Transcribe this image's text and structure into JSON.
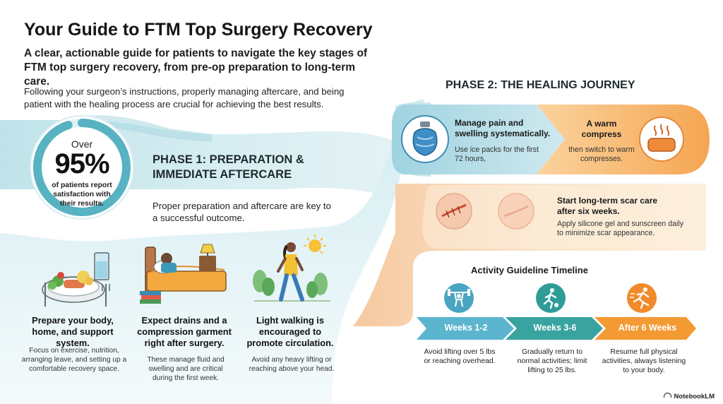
{
  "header": {
    "title": "Your Guide to FTM Top Surgery Recovery",
    "subtitle": "A clear, actionable guide for patients to navigate the key stages of FTM top surgery recovery, from pre-op preparation to long-term care.",
    "intro": "Following your surgeon’s instructions, properly managing aftercare, and being patient with the healing process are crucial for achieving the best results."
  },
  "stat": {
    "over": "Over",
    "value": "95%",
    "caption": "of patients report satisfaction with their results.",
    "percent": 95
  },
  "phase1": {
    "title_line1": "PHASE 1: PREPARATION &",
    "title_line2": "IMMEDIATE AFTERCARE",
    "description": "Proper preparation and aftercare are key to a successful outcome.",
    "cards": [
      {
        "icon": "healthy-meal-icon",
        "heading": "Prepare your body, home, and support system.",
        "text": "Focus on exercise, nutrition, arranging leave, and setting up a comfortable recovery space."
      },
      {
        "icon": "bed-rest-icon",
        "heading": "Expect drains and a compression garment right after surgery.",
        "text": "These manage fluid and swelling and are critical during the first week."
      },
      {
        "icon": "walking-person-icon",
        "heading": "Light walking is encouraged to promote circulation.",
        "text": "Avoid any heavy lifting or reaching above your head."
      }
    ]
  },
  "phase2": {
    "title": "PHASE 2: THE HEALING JOURNEY",
    "ice": {
      "icon": "ice-pack-icon",
      "heading": "Manage pain and swelling systematically.",
      "text": "Use ice packs for the first 72 hours,"
    },
    "warm": {
      "icon": "warm-compress-icon",
      "heading": "A warm compress",
      "text": "then switch to warm compresses."
    },
    "scar": {
      "icons": [
        "fresh-scar-icon",
        "faded-scar-icon"
      ],
      "heading": "Start long-term scar care after six weeks.",
      "text": "Apply silicone gel and sunscreen daily to minimize scar appearance."
    }
  },
  "timeline": {
    "title": "Activity Guideline Timeline",
    "stages": [
      {
        "label": "Weeks 1-2",
        "icon": "weightlifting-icon",
        "color": "#5bb5cf",
        "text": "Avoid lifting over 5 lbs or reaching overhead."
      },
      {
        "label": "Weeks 3-6",
        "icon": "jogging-icon",
        "color": "#39a3a0",
        "text": "Gradually return to normal activities; limit lifting to 25 lbs."
      },
      {
        "label": "After 6 Weeks",
        "icon": "running-icon",
        "color": "#f39a33",
        "text": "Resume full physical activities, always listening to your body."
      }
    ]
  },
  "brand": {
    "name": "NotebookLM"
  },
  "colors": {
    "teal": "#5fb6c4",
    "orange": "#f4a64a",
    "ribbon": "#d4edf2",
    "ribbon_warm": "#fbe1bd",
    "dark_text": "#151515"
  }
}
